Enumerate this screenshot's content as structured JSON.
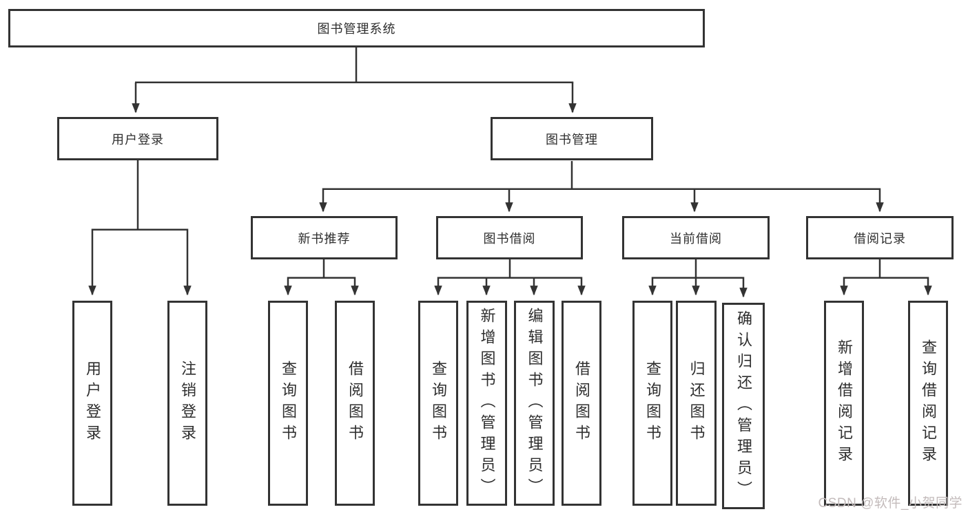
{
  "diagram": {
    "title": "图书管理系统",
    "branches": {
      "user": {
        "label": "用户登录",
        "children": [
          "用户登录",
          "注销登录"
        ]
      },
      "book": {
        "label": "图书管理",
        "groups": [
          {
            "label": "新书推荐",
            "children": [
              "查询图书",
              "借阅图书"
            ]
          },
          {
            "label": "图书借阅",
            "children": [
              "查询图书",
              "新增图书（管理员）",
              "编辑图书（管理员）",
              "借阅图书"
            ]
          },
          {
            "label": "当前借阅",
            "children": [
              "查询图书",
              "归还图书",
              "确认归还（管理员）"
            ]
          },
          {
            "label": "借阅记录",
            "children": [
              "新增借阅记录",
              "查询借阅记录"
            ]
          }
        ]
      }
    }
  },
  "watermark": "CSDN @软件_小贺同学",
  "colors": {
    "line": "#333333",
    "text": "#2e2e2e",
    "background": "#ffffff",
    "watermark": "#c3bbbb"
  }
}
